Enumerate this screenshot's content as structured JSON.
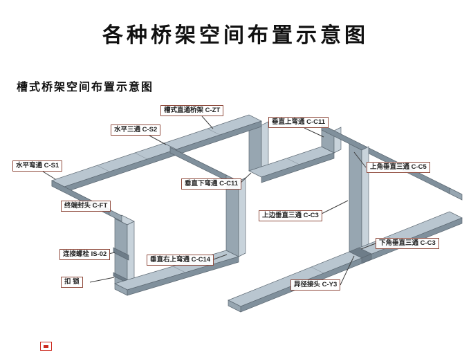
{
  "page": {
    "title": "各种桥架空间布置示意图",
    "subtitle": "槽式桥架空间布置示意图"
  },
  "diagram": {
    "labels": [
      {
        "text": "槽式直通桥架 C-ZT"
      },
      {
        "text": "水平三通 C-S2"
      },
      {
        "text": "垂直上弯通 C-C11"
      },
      {
        "text": "水平弯通 C-S1"
      },
      {
        "text": "垂直下弯通 C-C11"
      },
      {
        "text": "上角垂直三通 C-C5"
      },
      {
        "text": "终端封头 C-FT"
      },
      {
        "text": "上边垂直三通 C-C3"
      },
      {
        "text": "连接螺栓 IS-02"
      },
      {
        "text": "垂直右上弯通 C-C14"
      },
      {
        "text": "下角垂直三通 C-C3"
      },
      {
        "text": "扣 锁"
      },
      {
        "text": "异径接头 C-Y3"
      }
    ]
  },
  "theme": {
    "bg": "#ffffff",
    "title_text": "#111111",
    "label_border": "#8f4a3c",
    "label_text": "#242424",
    "leader_line": "#3d3d3d",
    "tray_top": "#b9c6d0",
    "tray_front": "#80909c",
    "tray_side": "#97a6b1",
    "tray_dark": "#6e7d89",
    "tray_light": "#c8d3db",
    "outline": "#5c6872",
    "watermark_red": "#cc2a1e"
  }
}
